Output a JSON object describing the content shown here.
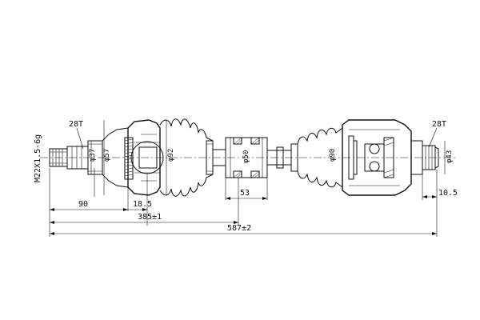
{
  "drawing": {
    "thread_spec": "M22X1.5-6g",
    "spline_left": "28T",
    "spline_right": "28T",
    "diameters": {
      "d_thread_shaft": "φ37",
      "d_stub": "φ57",
      "d_outer_joint": "φ92",
      "d_damper": "φ50",
      "d_inner_joint": "φ90",
      "d_right_stub": "φ43"
    },
    "lengths": {
      "l_stub": "90",
      "l_flange": "18.5",
      "l_damper": "53",
      "l_to_center": "385±1",
      "l_overall": "587±2",
      "l_right_end": "10.5"
    }
  }
}
